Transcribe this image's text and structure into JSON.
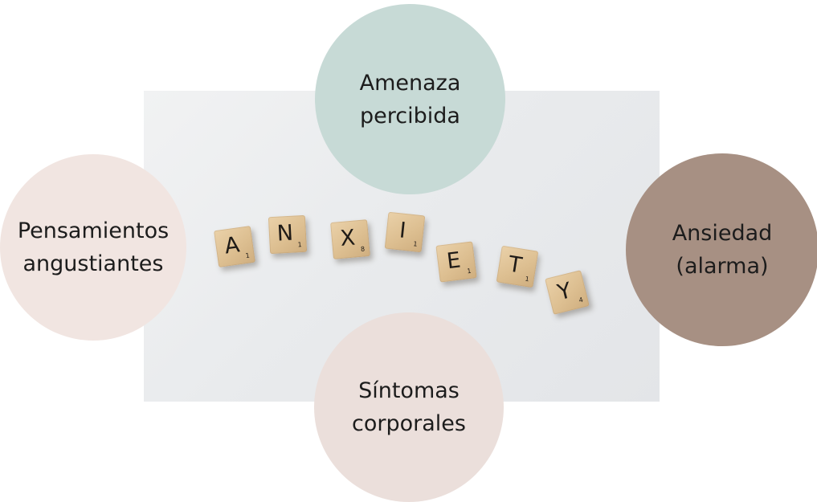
{
  "colors": {
    "perceived_threat": "#c7dad6",
    "distressing_thoughts": "#f1e5e1",
    "anxiety_alarm": "#a79083",
    "body_symptoms": "#ebdfdb",
    "text_dark": "#1c1c1c"
  },
  "photo": {
    "tiles": [
      {
        "letter": "A",
        "score": "1"
      },
      {
        "letter": "N",
        "score": "1"
      },
      {
        "letter": "X",
        "score": "8"
      },
      {
        "letter": "I",
        "score": "1"
      },
      {
        "letter": "E",
        "score": "1"
      },
      {
        "letter": "T",
        "score": "1"
      },
      {
        "letter": "Y",
        "score": "4"
      }
    ]
  },
  "circles": {
    "perceived_threat": {
      "label": "Amenaza\npercibida"
    },
    "distressing_thoughts": {
      "label": "Pensamientos\nangustiantes"
    },
    "anxiety_alarm": {
      "label": "Ansiedad\n(alarma)"
    },
    "body_symptoms": {
      "label": "Síntomas\ncorporales"
    }
  }
}
